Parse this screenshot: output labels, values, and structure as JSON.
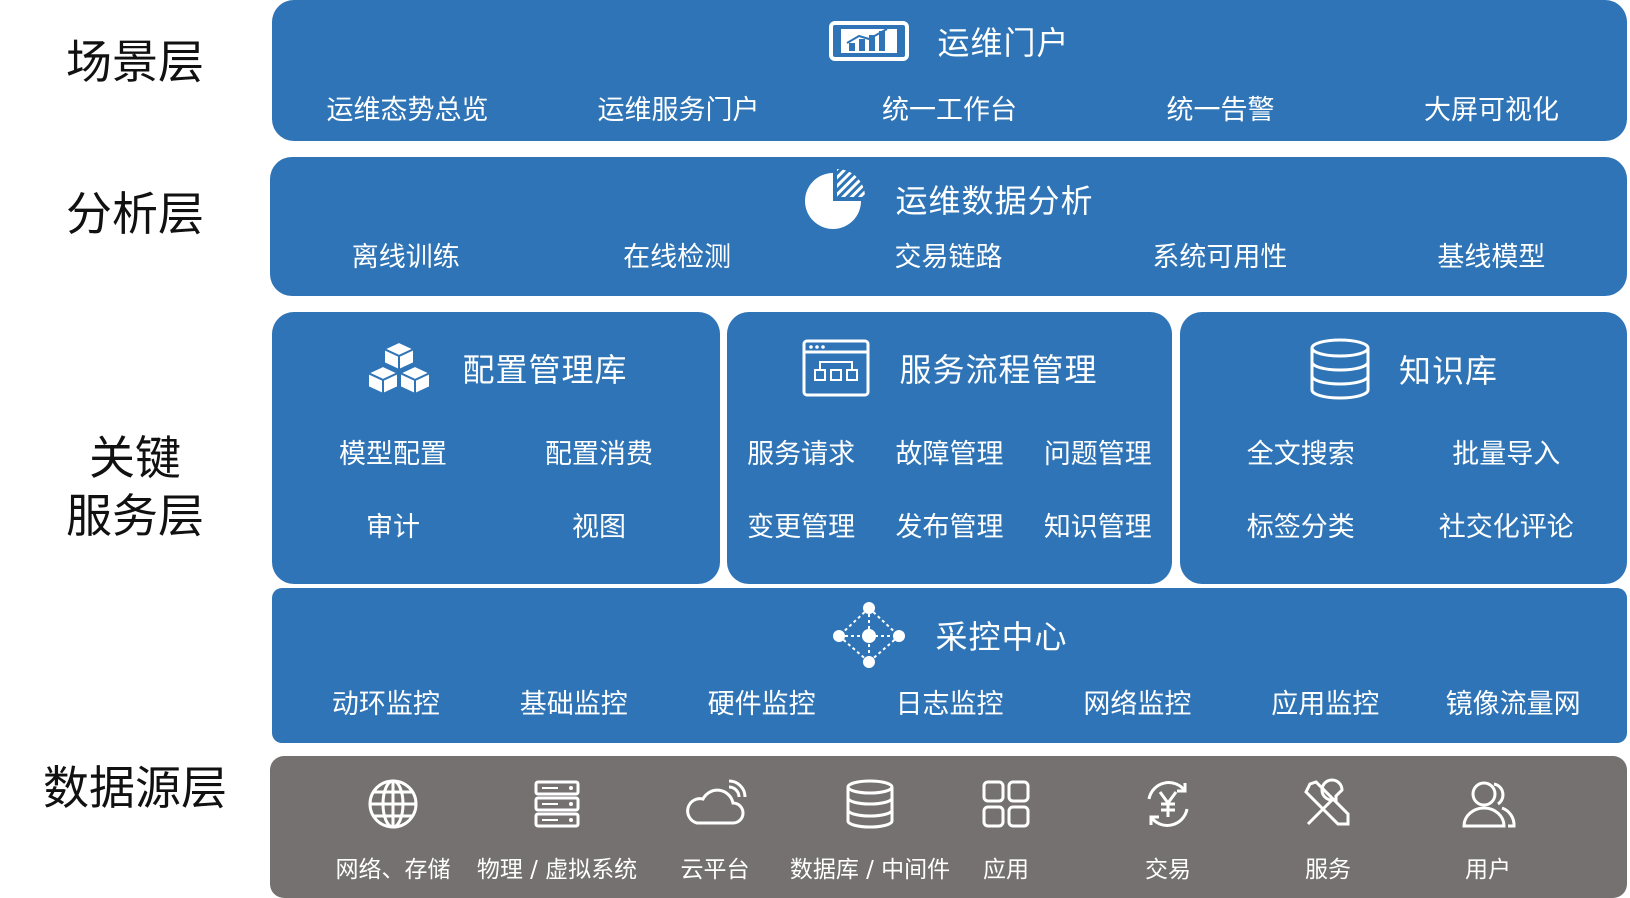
{
  "layers": {
    "scene": "场景层",
    "analysis": "分析层",
    "key_service_line1": "关键",
    "key_service_line2": "服务层",
    "datasource": "数据源层"
  },
  "scene": {
    "title": "运维门户",
    "icon": "dashboard-chart-icon",
    "items": [
      "运维态势总览",
      "运维服务门户",
      "统一工作台",
      "统一告警",
      "大屏可视化"
    ]
  },
  "analysis": {
    "title": "运维数据分析",
    "icon": "pie-chart-icon",
    "items": [
      "离线训练",
      "在线检测",
      "交易链路",
      "系统可用性",
      "基线模型"
    ]
  },
  "cmdb": {
    "title": "配置管理库",
    "icon": "cubes-icon",
    "items": [
      "模型配置",
      "配置消费",
      "审计",
      "视图"
    ]
  },
  "service_flow": {
    "title": "服务流程管理",
    "icon": "workflow-window-icon",
    "items": [
      "服务请求",
      "故障管理",
      "问题管理",
      "变更管理",
      "发布管理",
      "知识管理"
    ]
  },
  "knowledge": {
    "title": "知识库",
    "icon": "database-icon",
    "items": [
      "全文搜索",
      "批量导入",
      "标签分类",
      "社交化评论"
    ]
  },
  "collect": {
    "title": "采控中心",
    "icon": "network-nodes-icon",
    "items": [
      "动环监控",
      "基础监控",
      "硬件监控",
      "日志监控",
      "网络监控",
      "应用监控",
      "镜像流量网"
    ]
  },
  "sources": [
    {
      "label": "网络、存储",
      "icon": "globe-icon"
    },
    {
      "label": "物理 / 虚拟系统",
      "icon": "server-icon"
    },
    {
      "label": "云平台",
      "icon": "cloud-icon"
    },
    {
      "label": "数据库 / 中间件",
      "icon": "database-icon"
    },
    {
      "label": "应用",
      "icon": "apps-grid-icon"
    },
    {
      "label": "交易",
      "icon": "yen-exchange-icon"
    },
    {
      "label": "服务",
      "icon": "tools-icon"
    },
    {
      "label": "用户",
      "icon": "users-icon"
    }
  ],
  "colors": {
    "panel_blue": "#2e74b6",
    "panel_gray": "#767171",
    "text_white": "#ffffff"
  }
}
